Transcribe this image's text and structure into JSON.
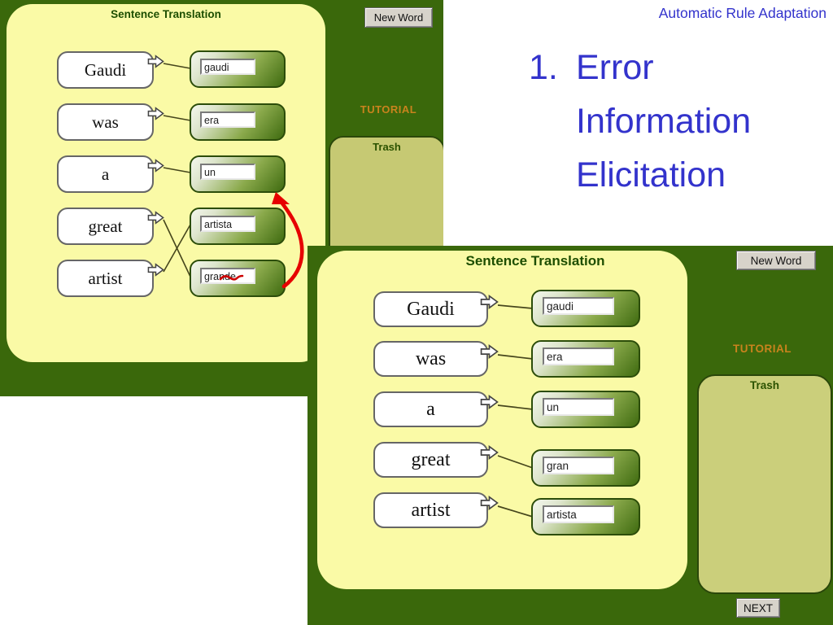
{
  "slide": {
    "header": "Automatic Rule Adaptation",
    "item_number": "1.",
    "item_text": "Error Information Elicitation",
    "text_color": "#3333cc"
  },
  "windows": [
    {
      "title": "Sentence Translation",
      "new_word_button": "New Word",
      "tutorial_label": "TUTORIAL",
      "trash_label": "Trash",
      "sources": [
        "Gaudi",
        "was",
        "a",
        "great",
        "artist"
      ],
      "targets": [
        "gaudi",
        "era",
        "un",
        "artista",
        "grande"
      ],
      "annotations": {
        "crossed_connections": "great→grande, artist→artista",
        "strikethrough_text": "grande",
        "red_arrow": "points from grande up to artista"
      }
    },
    {
      "title": "Sentence Translation",
      "new_word_button": "New Word",
      "tutorial_label": "TUTORIAL",
      "trash_label": "Trash",
      "next_button": "NEXT",
      "sources": [
        "Gaudi",
        "was",
        "a",
        "great",
        "artist"
      ],
      "targets": [
        "gaudi",
        "era",
        "un",
        "gran",
        "artista"
      ]
    }
  ],
  "colors": {
    "window_background": "#3a680b",
    "panel_background": "#fafaa6",
    "trash_background": "#c6c973",
    "tutorial_text": "#c9831d",
    "annotation_red": "#e60000",
    "slide_blue": "#3333cc"
  }
}
